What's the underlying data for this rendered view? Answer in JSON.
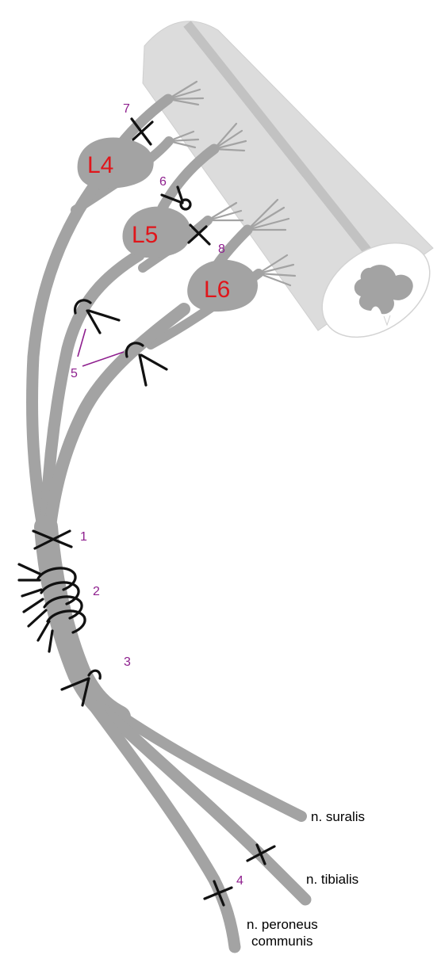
{
  "colors": {
    "nerve": "#a3a3a3",
    "spinal_cord": "#dcdcdc",
    "grey_matter": "#a3a3a3",
    "ganglion_label": "#e0161b",
    "site_label": "#8e1f8e",
    "lesion_mark": "#111111"
  },
  "ganglia": [
    {
      "id": "l4",
      "label": "L4"
    },
    {
      "id": "l5",
      "label": "L5"
    },
    {
      "id": "l6",
      "label": "L6"
    }
  ],
  "lesion_sites": [
    {
      "id": "1",
      "label": "1"
    },
    {
      "id": "2",
      "label": "2"
    },
    {
      "id": "3",
      "label": "3"
    },
    {
      "id": "4",
      "label": "4"
    },
    {
      "id": "5",
      "label": "5"
    },
    {
      "id": "6",
      "label": "6"
    },
    {
      "id": "7",
      "label": "7"
    },
    {
      "id": "8",
      "label": "8"
    }
  ],
  "nerves": {
    "suralis": "n. suralis",
    "tibialis": "n. tibialis",
    "peroneus_line1": "n. peroneus",
    "peroneus_line2": "communis"
  }
}
